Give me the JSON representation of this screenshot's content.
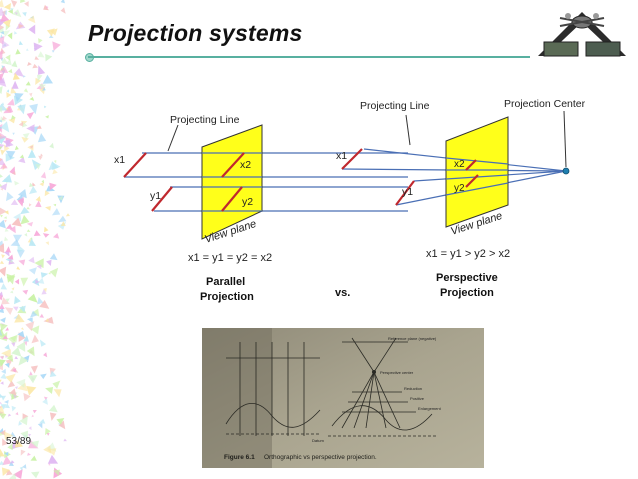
{
  "slide": {
    "title": "Projection systems",
    "page_number": "53/89"
  },
  "diagram": {
    "parallel": {
      "projecting_line_label": "Projecting Line",
      "x1": "x1",
      "y1": "y1",
      "x2": "x2",
      "y2": "y2",
      "view_plane": "View plane",
      "equation": "x1 = y1 = y2 = x2",
      "caption_line1": "Parallel",
      "caption_line2": "Projection"
    },
    "versus": "vs.",
    "perspective": {
      "projecting_line_label": "Projecting Line",
      "projection_center_label": "Projection Center",
      "x1": "x1",
      "y1": "y1",
      "x2": "x2",
      "y2": "y2",
      "view_plane": "View plane",
      "equation": "x1 = y1 > y2 > x2",
      "caption_line1": "Perspective",
      "caption_line2": "Projection"
    },
    "colors": {
      "plane_fill": "#ffff1a",
      "line_blue": "#4a6fb5",
      "segment_red": "#c0282e",
      "center_dot": "#1f7fb0"
    }
  },
  "photo": {
    "figure_caption": "Figure 6.1",
    "figure_text": "Orthographic vs perspective projection.",
    "labels": {
      "reference_plane": "Reference plane (negative)",
      "perspective_center": "Perspective center",
      "reduction": "Reduction",
      "positive": "Positive",
      "enlargement": "Enlargement",
      "datum": "Datum"
    }
  }
}
